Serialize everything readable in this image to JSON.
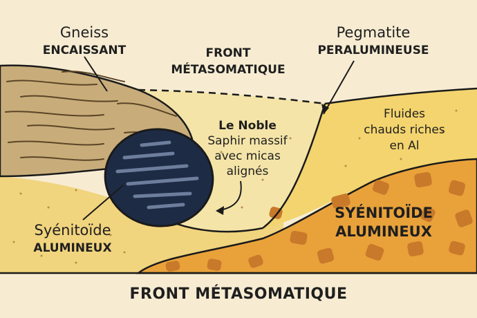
{
  "diagram": {
    "gneiss": {
      "line1": "Gneiss",
      "line2": "ENCAISSANT"
    },
    "front_top": {
      "line1": "FRONT",
      "line2": "MÉTASOMATIQUE"
    },
    "pegmatite": {
      "line1": "Pegmatite",
      "line2": "PERALUMINEUSE"
    },
    "fluides": {
      "line1": "Fluides",
      "line2": "chauds riches",
      "line3": "en Al"
    },
    "noble": {
      "line1": "Le Noble",
      "line2": "Saphir massif",
      "line3": "avec micas",
      "line4": "alignés"
    },
    "syenitoide_left": {
      "line1": "Syénitoïde",
      "line2": "ALUMINEUX"
    },
    "syenitoide_right": {
      "line1": "SYÉNITOÏDE",
      "line2": "ALUMINEUX"
    },
    "footer": "FRONT MÉTASOMATIQUE"
  },
  "colors": {
    "background": "#f7ecd2",
    "gneiss": "#c8ad7a",
    "pegmatite_zone": "#f4e4a8",
    "fluid_zone": "#f3d46e",
    "syenite_sand": "#f1d47e",
    "syenite_orange": "#e9a23a",
    "sapphire": "#1e2b45",
    "outline": "#1a1a1a"
  }
}
